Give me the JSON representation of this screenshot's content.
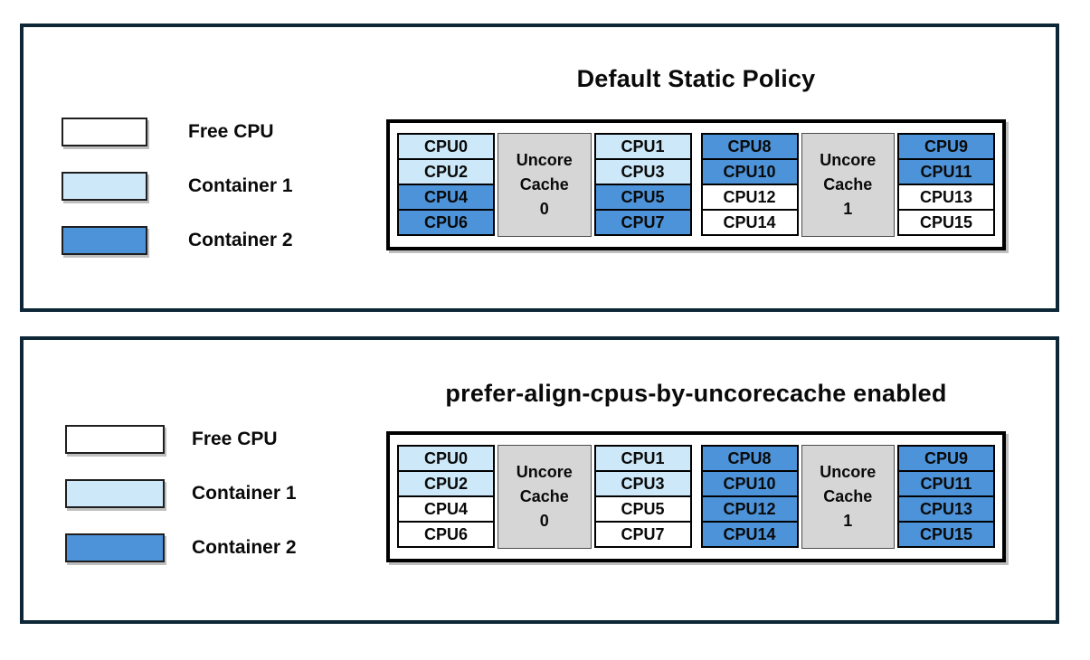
{
  "colors": {
    "panel_border": "#0e2736",
    "cell_border": "#000000",
    "free_cpu_bg": "#ffffff",
    "container1_bg": "#cde8f8",
    "container2_bg": "#4d93d9",
    "uncore_cache_bg": "#d6d6d6"
  },
  "legend": {
    "items": [
      {
        "label": "Free CPU",
        "state": "free"
      },
      {
        "label": "Container 1",
        "state": "container1"
      },
      {
        "label": "Container 2",
        "state": "container2"
      }
    ]
  },
  "panels": [
    {
      "title": "Default Static Policy",
      "groups": [
        {
          "cache": {
            "line1": "Uncore",
            "line2": "Cache",
            "line3": "0"
          },
          "left": [
            {
              "label": "CPU0",
              "state": "container1"
            },
            {
              "label": "CPU2",
              "state": "container1"
            },
            {
              "label": "CPU4",
              "state": "container2"
            },
            {
              "label": "CPU6",
              "state": "container2"
            }
          ],
          "right": [
            {
              "label": "CPU1",
              "state": "container1"
            },
            {
              "label": "CPU3",
              "state": "container1"
            },
            {
              "label": "CPU5",
              "state": "container2"
            },
            {
              "label": "CPU7",
              "state": "container2"
            }
          ]
        },
        {
          "cache": {
            "line1": "Uncore",
            "line2": "Cache",
            "line3": "1"
          },
          "left": [
            {
              "label": "CPU8",
              "state": "container2"
            },
            {
              "label": "CPU10",
              "state": "container2"
            },
            {
              "label": "CPU12",
              "state": "free"
            },
            {
              "label": "CPU14",
              "state": "free"
            }
          ],
          "right": [
            {
              "label": "CPU9",
              "state": "container2"
            },
            {
              "label": "CPU11",
              "state": "container2"
            },
            {
              "label": "CPU13",
              "state": "free"
            },
            {
              "label": "CPU15",
              "state": "free"
            }
          ]
        }
      ]
    },
    {
      "title": "prefer-align-cpus-by-uncorecache enabled",
      "groups": [
        {
          "cache": {
            "line1": "Uncore",
            "line2": "Cache",
            "line3": "0"
          },
          "left": [
            {
              "label": "CPU0",
              "state": "container1"
            },
            {
              "label": "CPU2",
              "state": "container1"
            },
            {
              "label": "CPU4",
              "state": "free"
            },
            {
              "label": "CPU6",
              "state": "free"
            }
          ],
          "right": [
            {
              "label": "CPU1",
              "state": "container1"
            },
            {
              "label": "CPU3",
              "state": "container1"
            },
            {
              "label": "CPU5",
              "state": "free"
            },
            {
              "label": "CPU7",
              "state": "free"
            }
          ]
        },
        {
          "cache": {
            "line1": "Uncore",
            "line2": "Cache",
            "line3": "1"
          },
          "left": [
            {
              "label": "CPU8",
              "state": "container2"
            },
            {
              "label": "CPU10",
              "state": "container2"
            },
            {
              "label": "CPU12",
              "state": "container2"
            },
            {
              "label": "CPU14",
              "state": "container2"
            }
          ],
          "right": [
            {
              "label": "CPU9",
              "state": "container2"
            },
            {
              "label": "CPU11",
              "state": "container2"
            },
            {
              "label": "CPU13",
              "state": "container2"
            },
            {
              "label": "CPU15",
              "state": "container2"
            }
          ]
        }
      ]
    }
  ]
}
